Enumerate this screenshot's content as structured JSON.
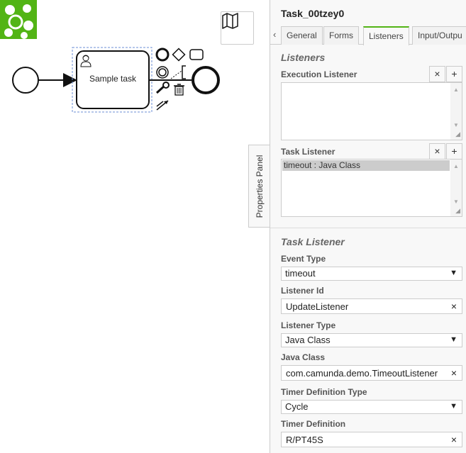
{
  "canvas": {
    "task_label": "Sample task",
    "properties_tab_label": "Properties Panel"
  },
  "panel": {
    "title": "Task_00tzey0",
    "tabs": [
      {
        "label": "General",
        "active": false
      },
      {
        "label": "Forms",
        "active": false
      },
      {
        "label": "Listeners",
        "active": true
      },
      {
        "label": "Input/Outpu",
        "active": false
      }
    ],
    "listeners_group": {
      "title": "Listeners",
      "execution_listener_label": "Execution Listener",
      "task_listener_label": "Task Listener",
      "task_listener_items": [
        "timeout : Java Class"
      ]
    },
    "task_listener_group": {
      "title": "Task Listener",
      "event_type": {
        "label": "Event Type",
        "value": "timeout"
      },
      "listener_id": {
        "label": "Listener Id",
        "value": "UpdateListener"
      },
      "listener_type": {
        "label": "Listener Type",
        "value": "Java Class"
      },
      "java_class": {
        "label": "Java Class",
        "value": "com.camunda.demo.TimeoutListener"
      },
      "timer_definition_type": {
        "label": "Timer Definition Type",
        "value": "Cycle"
      },
      "timer_definition": {
        "label": "Timer Definition",
        "value": "R/PT45S"
      }
    }
  },
  "colors": {
    "accent": "#52b415",
    "logo": "#52b415"
  }
}
